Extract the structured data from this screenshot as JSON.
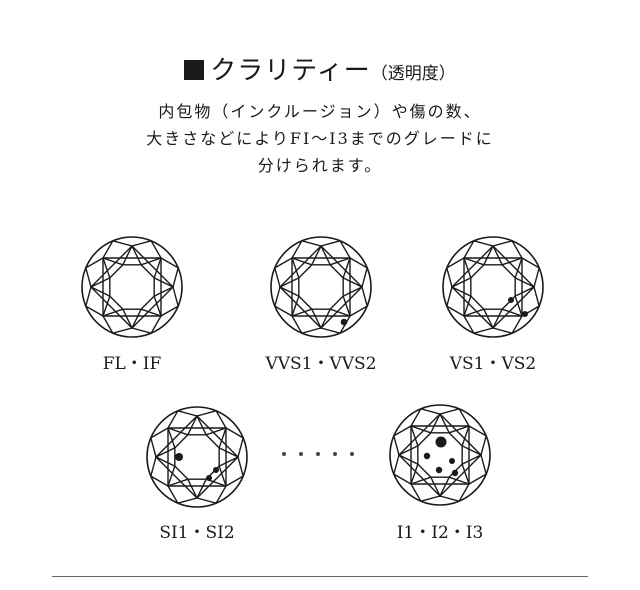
{
  "heading": {
    "title": "クラリティー",
    "subtitle": "（透明度）"
  },
  "description": {
    "line1": "内包物（インクルージョン）や傷の数、",
    "line2": "大きさなどによりFI〜I3までのグレードに",
    "line3": "分けられます。"
  },
  "grades": [
    {
      "label": "FL・IF"
    },
    {
      "label": "VVS1・VVS2"
    },
    {
      "label": "VS1・VS2"
    },
    {
      "label": "SI1・SI2"
    },
    {
      "label": "I1・I2・I3"
    }
  ],
  "icons": {
    "heading_marker": "black-square-icon",
    "diamond": "diamond-top-view-icon",
    "ellipsis": "ellipsis-dots-icon"
  },
  "colors": {
    "ink": "#1a1a1a",
    "rule": "#666666",
    "background": "#ffffff"
  }
}
